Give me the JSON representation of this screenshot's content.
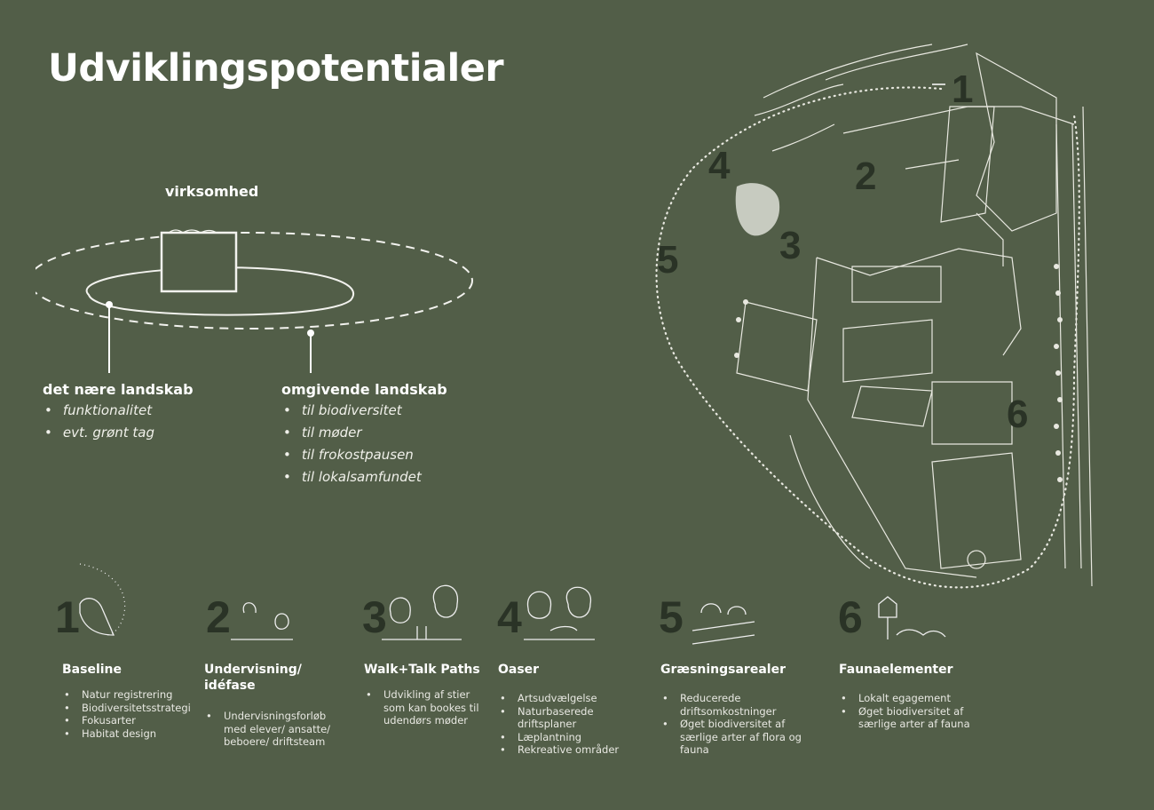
{
  "title": "Udviklingspotentialer",
  "diagram": {
    "center_label": "virksomhed",
    "near": {
      "heading": "det nære landskab",
      "items": [
        "funktionalitet",
        "evt. grønt tag"
      ]
    },
    "surrounding": {
      "heading": "omgivende landskab",
      "items": [
        "til biodiversitet",
        "til møder",
        "til frokostpausen",
        "til lokalsamfundet"
      ]
    }
  },
  "map": {
    "labels": [
      "1",
      "2",
      "3",
      "4",
      "5",
      "6"
    ]
  },
  "potentials": [
    {
      "number": "1",
      "title": "Baseline",
      "items": [
        "Natur registrering",
        "Biodiversitetsstrategi",
        "Fokusarter",
        "Habitat design"
      ]
    },
    {
      "number": "2",
      "title": "Undervisning/ idéfase",
      "items": [
        "Undervisningsforløb med elever/ ansatte/ beboere/ driftsteam"
      ]
    },
    {
      "number": "3",
      "title": "Walk+Talk Paths",
      "items": [
        "Udvikling af stier som kan bookes til udendørs møder"
      ]
    },
    {
      "number": "4",
      "title": "Oaser",
      "items": [
        "Artsudvælgelse",
        "Naturbaserede driftsplaner",
        "Læplantning",
        "Rekreative områder"
      ]
    },
    {
      "number": "5",
      "title": "Græsningsarealer",
      "items": [
        "Reducerede driftsomkostninger",
        "Øget biodiversitet af særlige arter af flora og fauna"
      ]
    },
    {
      "number": "6",
      "title": "Faunaelementer",
      "items": [
        "Lokalt egagement",
        "Øget biodiversitet af særlige arter af fauna"
      ]
    }
  ],
  "colors": {
    "background": "#525e48",
    "numbers": "#2a3326",
    "lines": "#f2f2ee"
  }
}
